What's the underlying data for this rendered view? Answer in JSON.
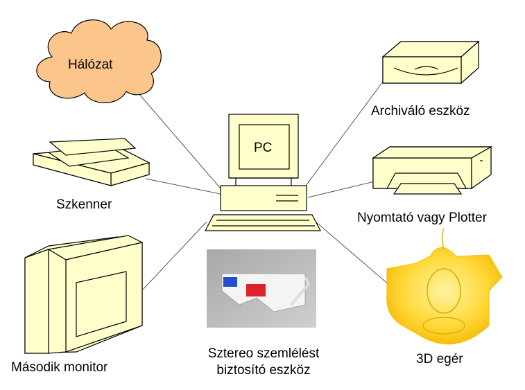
{
  "nodes": {
    "network": {
      "label": "Hálózat",
      "icon": "cloud-icon"
    },
    "scanner": {
      "label": "Szkenner",
      "icon": "scanner-icon"
    },
    "second_monitor": {
      "label": "Második monitor",
      "icon": "monitor-icon"
    },
    "pc": {
      "label": "PC",
      "icon": "computer-icon"
    },
    "stereo": {
      "label_line1": "Sztereo szemlélést",
      "label_line2": "biztosító eszköz",
      "icon": "3d-glasses-icon"
    },
    "archive": {
      "label": "Archiváló eszköz",
      "icon": "disc-drive-icon"
    },
    "printer": {
      "label": "Nyomtató vagy Plotter",
      "icon": "printer-icon"
    },
    "mouse3d": {
      "label": "3D egér",
      "icon": "3d-mouse-icon"
    }
  },
  "colors": {
    "device_fill": "#ffffcc",
    "cloud_fill": "#fcc58b",
    "outline": "#000000",
    "connector": "#555555",
    "mouse_yellow": "#ffd93a",
    "glasses_red": "#e0202a",
    "glasses_blue": "#2050d0"
  }
}
